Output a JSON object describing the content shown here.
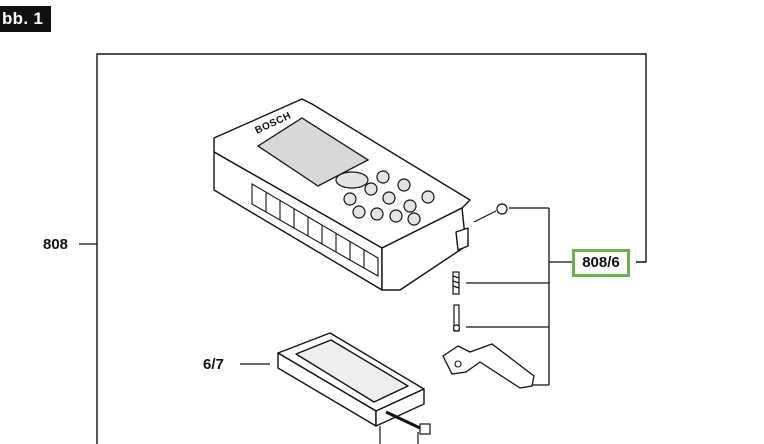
{
  "figure": {
    "tag": "bb. 1"
  },
  "callouts": {
    "housing": "808",
    "battery_cover": "6/7",
    "screw_set": "808/6"
  },
  "device": {
    "brand": "BOSCH"
  },
  "colors": {
    "highlight_border": "#6ab04c",
    "line": "#111111"
  }
}
